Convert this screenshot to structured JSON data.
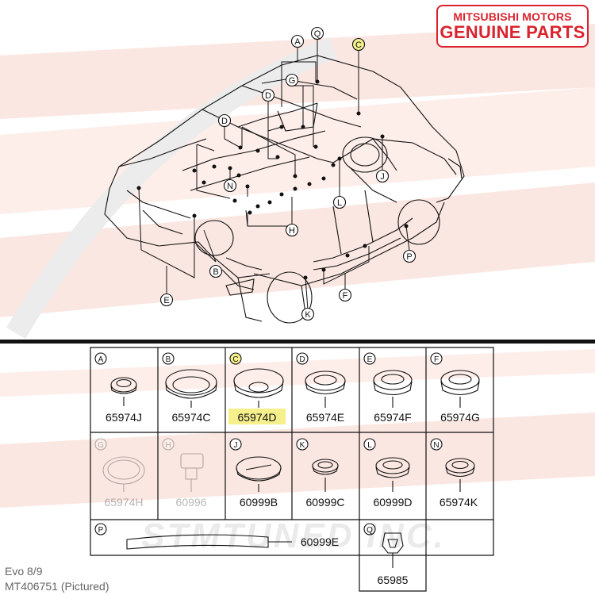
{
  "brand": {
    "line1": "MITSUBISHI MOTORS",
    "line2": "GENUINE PARTS",
    "color": "#d9232e"
  },
  "watermark": "STMTUNED INC.",
  "caption": {
    "model": "Evo 8/9",
    "part": "MT406751  (Pictured)"
  },
  "diagram_letters": [
    "A",
    "Q",
    "C",
    "G",
    "D",
    "D",
    "J",
    "N",
    "L",
    "H",
    "B",
    "E",
    "K",
    "F",
    "P"
  ],
  "highlight_color": "#f5ef8c",
  "parts": [
    {
      "letter": "A",
      "number": "65974J",
      "highlight": false,
      "faded": false
    },
    {
      "letter": "B",
      "number": "65974C",
      "highlight": false,
      "faded": false
    },
    {
      "letter": "C",
      "number": "65974D",
      "highlight": true,
      "faded": false
    },
    {
      "letter": "D",
      "number": "65974E",
      "highlight": false,
      "faded": false
    },
    {
      "letter": "E",
      "number": "65974F",
      "highlight": false,
      "faded": false
    },
    {
      "letter": "F",
      "number": "65974G",
      "highlight": false,
      "faded": false
    },
    {
      "letter": "G",
      "number": "65974H",
      "highlight": false,
      "faded": true
    },
    {
      "letter": "H",
      "number": "60996",
      "highlight": false,
      "faded": true
    },
    {
      "letter": "J",
      "number": "60999B",
      "highlight": false,
      "faded": false
    },
    {
      "letter": "K",
      "number": "60999C",
      "highlight": false,
      "faded": false
    },
    {
      "letter": "L",
      "number": "60999D",
      "highlight": false,
      "faded": false
    },
    {
      "letter": "N",
      "number": "65974K",
      "highlight": false,
      "faded": false
    },
    {
      "letter": "P",
      "number": "60999E",
      "highlight": false,
      "faded": false
    },
    {
      "letter": "Q",
      "number": "65985",
      "highlight": false,
      "faded": false
    }
  ]
}
